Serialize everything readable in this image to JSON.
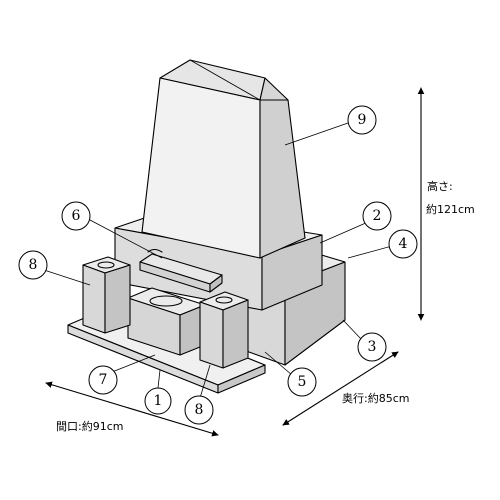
{
  "callouts": [
    {
      "id": "1",
      "label": "1"
    },
    {
      "id": "2",
      "label": "2"
    },
    {
      "id": "3",
      "label": "3"
    },
    {
      "id": "4",
      "label": "4"
    },
    {
      "id": "5",
      "label": "5"
    },
    {
      "id": "6",
      "label": "6"
    },
    {
      "id": "7",
      "label": "7"
    },
    {
      "id": "8a",
      "label": "8"
    },
    {
      "id": "8b",
      "label": "8"
    },
    {
      "id": "9",
      "label": "9"
    }
  ],
  "dimensions": {
    "height_label": "高さ:",
    "height_value": "約121cm",
    "depth": "奥行:約85cm",
    "width": "間口:約91cm"
  }
}
